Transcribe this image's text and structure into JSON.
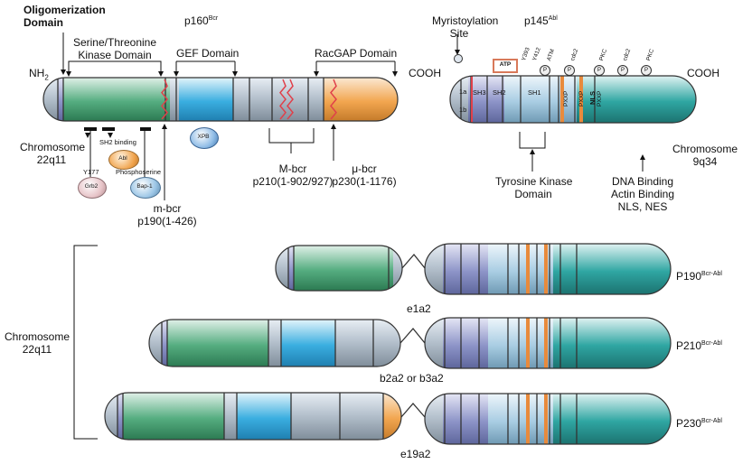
{
  "bcr": {
    "title": "p160",
    "title_sup": "Bcr",
    "oligo": [
      "Oligomerization",
      "Domain"
    ],
    "ser_thr": [
      "Serine/Threonine",
      "Kinase Domain"
    ],
    "gef": "GEF Domain",
    "racgap": "RacGAP Domain",
    "nh2": "NH",
    "nh2_sub": "2",
    "cooh": "COOH",
    "chromosome": [
      "Chromosome",
      "22q11"
    ],
    "sh2_binding": "SH2 binding",
    "y177": "Y177",
    "phosphoserine": "Phosphoserine",
    "grb2": "Grb2",
    "abl": "Abl",
    "bap1": "Bap-1",
    "xpb": "XPB",
    "m_bcr_minor": [
      "m-bcr",
      "p190(1-426)"
    ],
    "m_bcr_major": [
      "M-bcr",
      "p210(1-902/927)"
    ],
    "mu_bcr": [
      "μ-bcr",
      "p230(1-1176)"
    ]
  },
  "abl": {
    "title": "p145",
    "title_sup": "Abl",
    "myristoylation": [
      "Myristoylation",
      "Site"
    ],
    "cooh": "COOH",
    "atp": "ATP",
    "y393": "Y393",
    "y412": "Y412",
    "atm": "ATM",
    "cdc2a": "cdc2",
    "pkc1": "PKC",
    "cdc2b": "cdc2",
    "pkc2": "PKC",
    "p": "P",
    "exon_1a": "1a",
    "exon_1b": "1b",
    "sh3": "SH3",
    "sh2": "SH2",
    "sh1": "SH1",
    "pxxp": "PXXP",
    "nls": "NLS",
    "chromosome": [
      "Chromosome",
      "9q34"
    ],
    "tyrosine_kinase": [
      "Tyrosine Kinase",
      "Domain"
    ],
    "dna_binding": [
      "DNA Binding",
      "Actin Binding",
      "NLS, NES"
    ]
  },
  "fusions": {
    "chromosome": [
      "Chromosome",
      "22q11"
    ],
    "p190": {
      "label": "P190",
      "sup": "Bcr-Abl",
      "junction": "e1a2"
    },
    "p210": {
      "label": "P210",
      "sup": "Bcr-Abl",
      "junction": "b2a2 or b3a2"
    },
    "p230": {
      "label": "P230",
      "sup": "Bcr-Abl",
      "junction": "e19a2"
    }
  },
  "colors": {
    "gray": "#b8c4d0",
    "green": "#3f9a6c",
    "blue": "#35a7dc",
    "orange": "#f0a24a",
    "purple": "#8c94c6",
    "teal": "#2a9e9a",
    "red": "#e0404a"
  }
}
